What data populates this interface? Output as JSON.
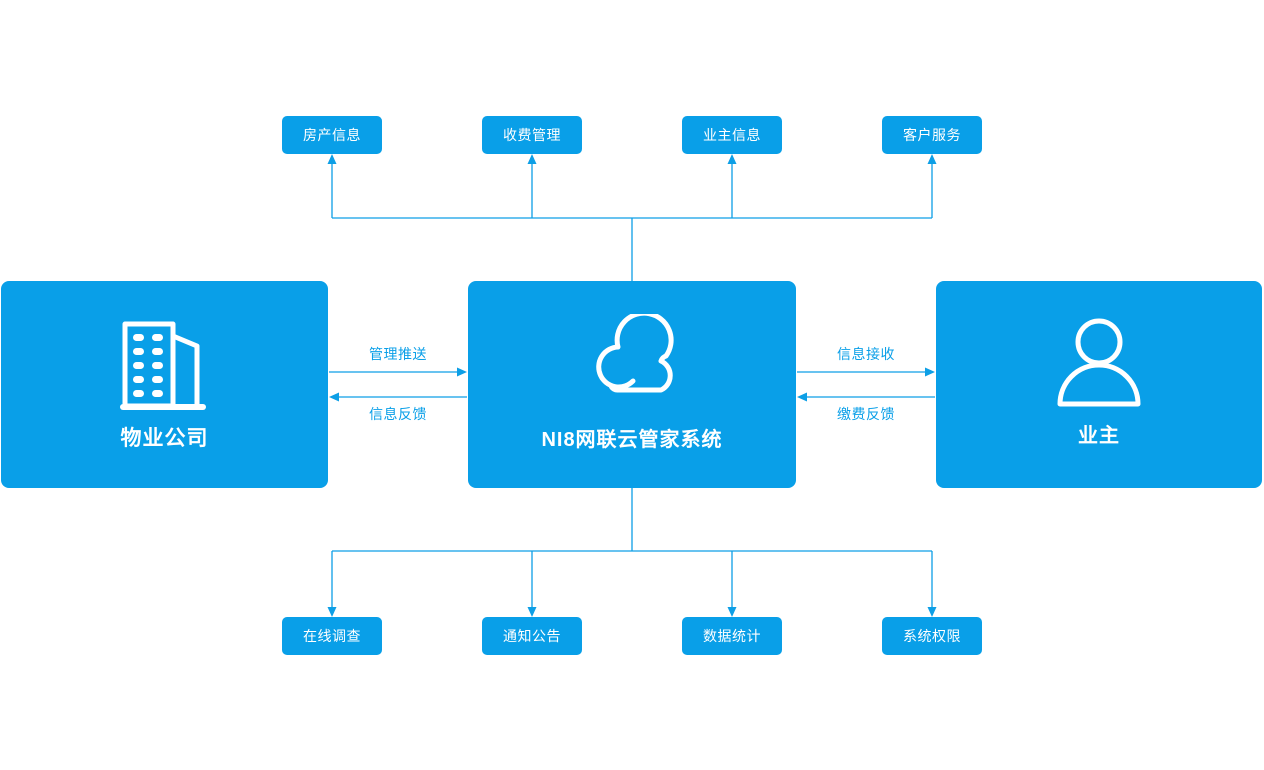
{
  "colors": {
    "primary": "#099fe8",
    "line": "#0d9fe6",
    "text_on_primary": "#ffffff",
    "background": "#ffffff"
  },
  "top_modules": [
    "房产信息",
    "收费管理",
    "业主信息",
    "客户服务"
  ],
  "bottom_modules": [
    "在线调查",
    "通知公告",
    "数据统计",
    "系统权限"
  ],
  "entities": {
    "property_company": {
      "label": "物业公司",
      "icon": "building-icon"
    },
    "cloud_system": {
      "label": "NI8网联云管家系统",
      "icon": "cloud-icon"
    },
    "owner": {
      "label": "业主",
      "icon": "user-icon"
    }
  },
  "flows": {
    "management_push": "管理推送",
    "info_feedback": "信息反馈",
    "info_receive": "信息接收",
    "payment_feedback": "缴费反馈"
  }
}
